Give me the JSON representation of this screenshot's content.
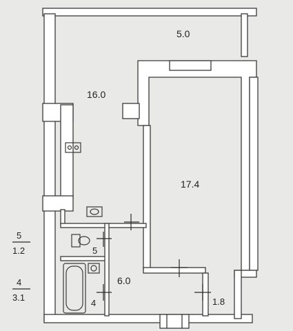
{
  "rooms": {
    "balcony": "5.0",
    "kitchen": "16.0",
    "living": "17.4",
    "toilet": "5",
    "hall": "6.0",
    "bath": "4",
    "closet": "1.8"
  },
  "legend": {
    "toilet_num": "5",
    "toilet_area": "1.2",
    "bath_num": "4",
    "bath_area": "3.1"
  }
}
